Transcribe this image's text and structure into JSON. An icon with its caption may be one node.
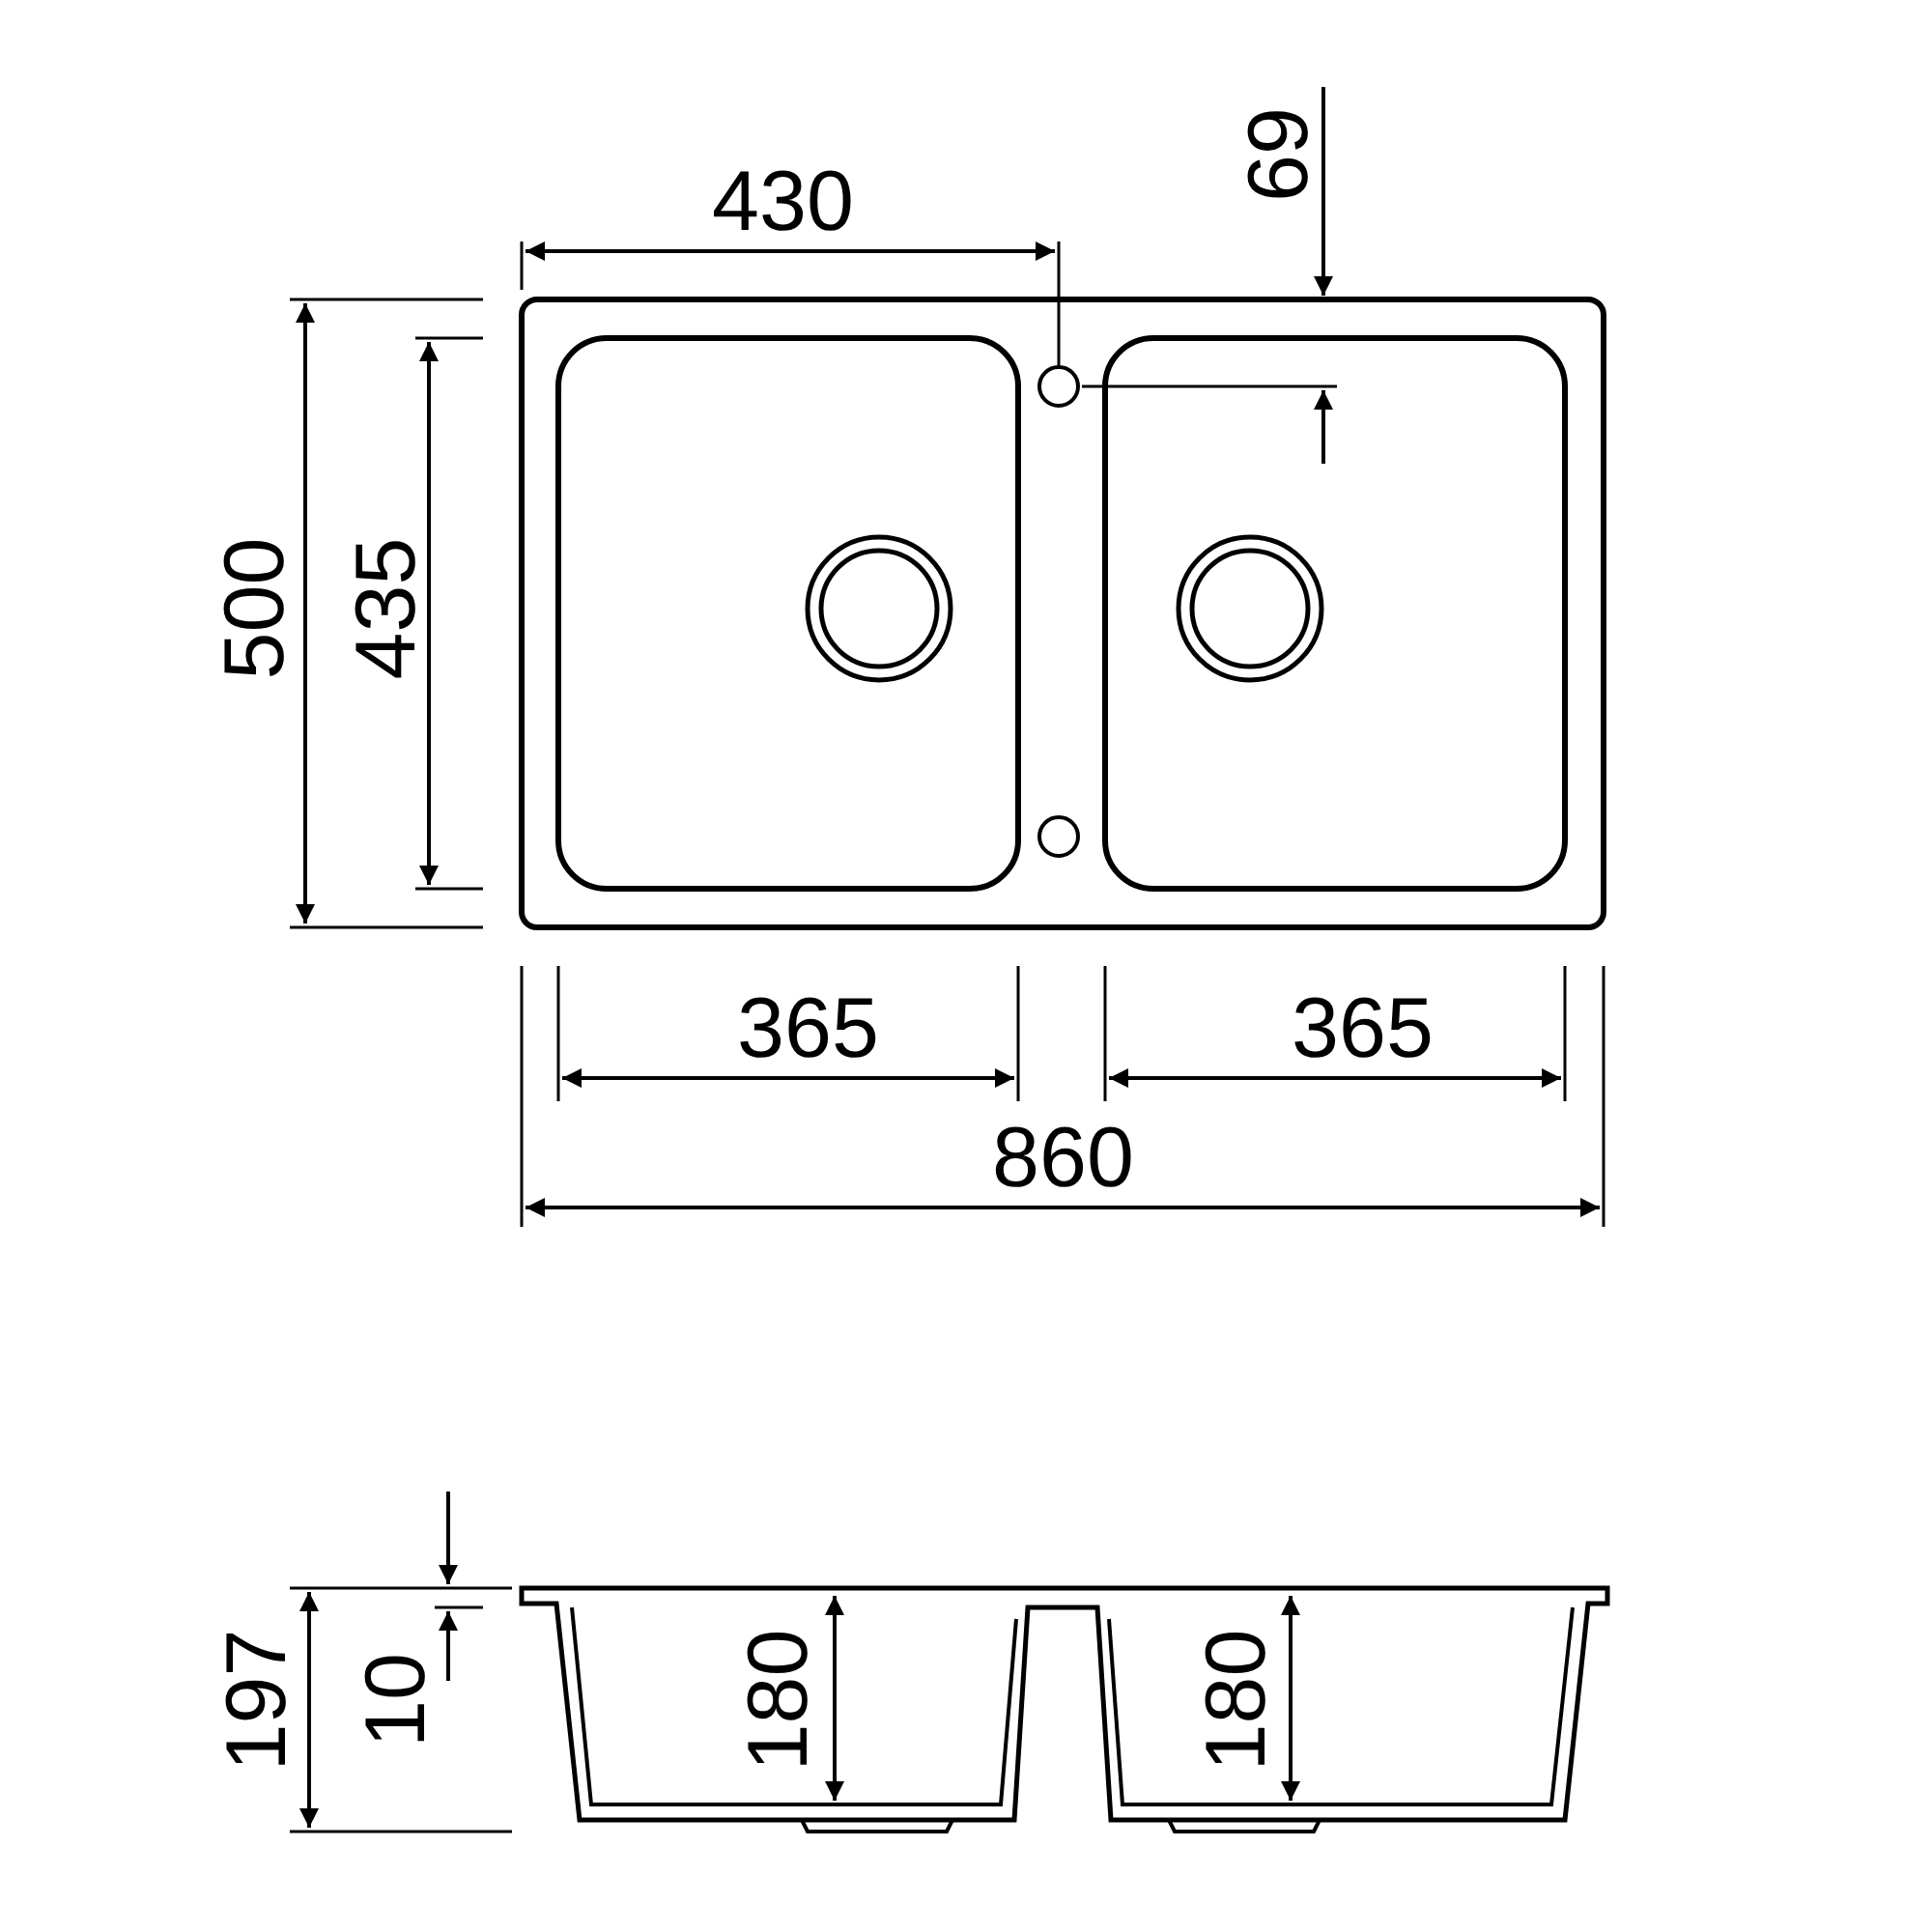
{
  "diagram": {
    "labels": [
      "430",
      "69",
      "500",
      "435",
      "365",
      "365",
      "860",
      "197",
      "10",
      "180",
      "180"
    ]
  }
}
